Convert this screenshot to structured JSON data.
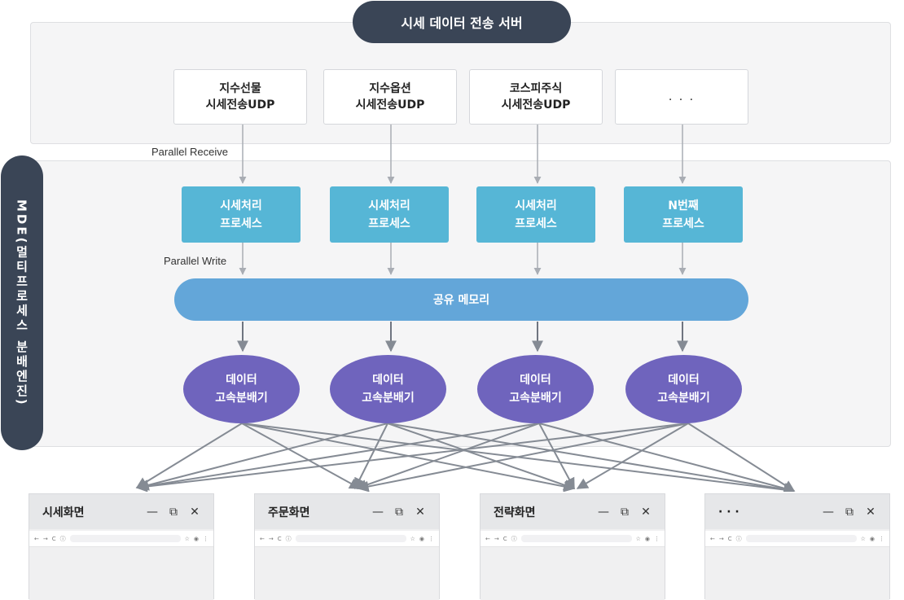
{
  "server": {
    "title": "시세 데이터 전송 서버"
  },
  "engine": {
    "label": "MDE(멀티프로세스 분배엔진)"
  },
  "udp_sources": [
    {
      "label": "지수선물\n시세전송UDP"
    },
    {
      "label": "지수옵션\n시세전송UDP"
    },
    {
      "label": "코스피주식\n시세전송UDP"
    },
    {
      "label": ". . ."
    }
  ],
  "flow_labels": {
    "receive": "Parallel Receive",
    "write": "Parallel Write"
  },
  "processes": [
    {
      "label": "시세처리\n프로세스"
    },
    {
      "label": "시세처리\n프로세스"
    },
    {
      "label": "시세처리\n프로세스"
    },
    {
      "label": "N번째\n프로세스"
    }
  ],
  "shared_memory": {
    "label": "공유 메모리"
  },
  "distributors": [
    {
      "label": "데이터\n고속분배기"
    },
    {
      "label": "데이터\n고속분배기"
    },
    {
      "label": "데이터\n고속분배기"
    },
    {
      "label": "데이터\n고속분배기"
    }
  ],
  "client_windows": [
    {
      "title": "시세화면"
    },
    {
      "title": "주문화면"
    },
    {
      "title": "전략화면"
    },
    {
      "title": "· · ·"
    }
  ],
  "window_controls": {
    "minimize": "—",
    "restore": "⧉",
    "close": "✕"
  },
  "browser_toolbar": {
    "back": "←",
    "forward": "→",
    "reload": "C",
    "info": "ⓘ",
    "star": "☆",
    "profile": "◉",
    "menu": "⋮"
  },
  "colors": {
    "dark_navy": "#3a4556",
    "process_blue": "#56b6d6",
    "memory_blue": "#63a6d9",
    "distributor_purple": "#6f64bd",
    "arrow_gray": "#858b94"
  }
}
